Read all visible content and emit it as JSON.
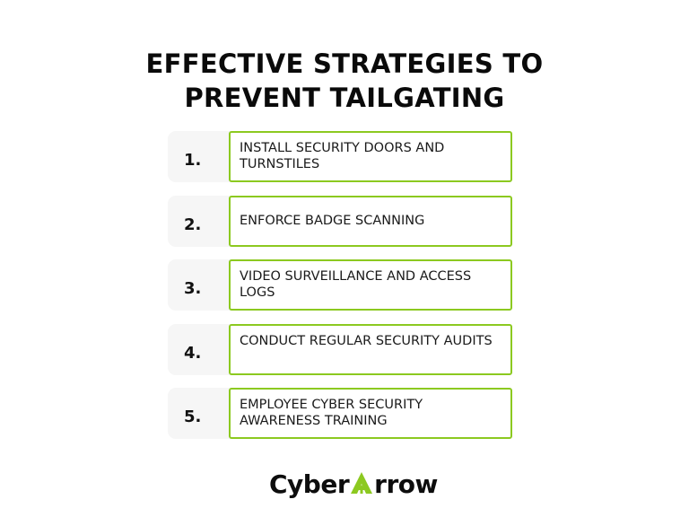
{
  "title": {
    "line1": "EFFECTIVE STRATEGIES TO",
    "line2": "PREVENT TAILGATING"
  },
  "items": [
    {
      "number": "1.",
      "text": "INSTALL SECURITY DOORS AND TURNSTILES"
    },
    {
      "number": "2.",
      "text": "ENFORCE BADGE SCANNING"
    },
    {
      "number": "3.",
      "text": "VIDEO SURVEILLANCE AND ACCESS LOGS"
    },
    {
      "number": "4.",
      "text": "CONDUCT REGULAR SECURITY AUDITS"
    },
    {
      "number": "5.",
      "text": "EMPLOYEE CYBER SECURITY AWARENESS TRAINING"
    }
  ],
  "logo": {
    "prefix": "Cyber",
    "accent_letter_icon": "arrow-a-icon",
    "suffix": "rrow"
  },
  "colors": {
    "accent": "#8cc920",
    "number_bg": "#f6f6f6",
    "text": "#111111"
  }
}
